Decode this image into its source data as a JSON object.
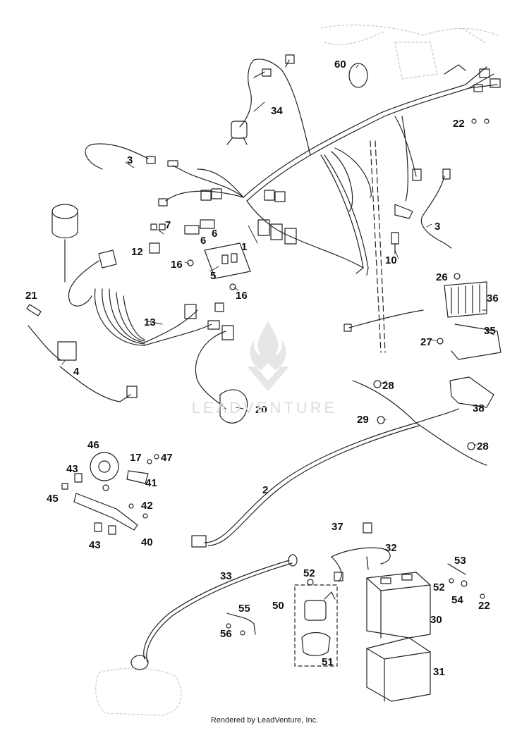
{
  "diagram": {
    "callouts": {
      "c60": "60",
      "c34": "34",
      "c22a": "22",
      "c3a": "3",
      "c3b": "3",
      "c1": "1",
      "c7": "7",
      "c6a": "6",
      "c6b": "6",
      "c12": "12",
      "c16a": "16",
      "c16b": "16",
      "c5": "5",
      "c10": "10",
      "c21": "21",
      "c13": "13",
      "c26": "26",
      "c36": "36",
      "c35": "35",
      "c27": "27",
      "c4": "4",
      "c28a": "28",
      "c38": "38",
      "c20": "20",
      "c29": "29",
      "c28b": "28",
      "c46": "46",
      "c17": "17",
      "c47": "47",
      "c43a": "43",
      "c41": "41",
      "c45": "45",
      "c2": "2",
      "c42": "42",
      "c43b": "43",
      "c40": "40",
      "c37": "37",
      "c32": "32",
      "c53": "53",
      "c33": "33",
      "c52a": "52",
      "c52b": "52",
      "c54": "54",
      "c22b": "22",
      "c50": "50",
      "c55": "55",
      "c56": "56",
      "c30": "30",
      "c51": "51",
      "c31": "31"
    }
  },
  "watermark": {
    "text": "LEADVENTURE"
  },
  "footer": {
    "text": "Rendered by LeadVenture, Inc."
  }
}
